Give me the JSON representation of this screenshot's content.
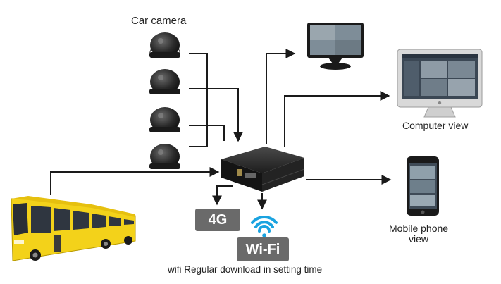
{
  "labels": {
    "car_camera": "Car camera",
    "computer_view": "Computer view",
    "mobile_line1": "Mobile phone",
    "mobile_line2": "view",
    "wifi_note": "wifi Regular download in setting time"
  },
  "badges": {
    "g4": "4G",
    "wifi": "Wi-Fi"
  },
  "colors": {
    "bus_yellow": "#f3d21a",
    "arrow": "#1a1a1a",
    "badge_gray": "#6a6a6a",
    "wifi_blue": "#1aa3e0",
    "dvr_body": "#1c1c1c"
  }
}
